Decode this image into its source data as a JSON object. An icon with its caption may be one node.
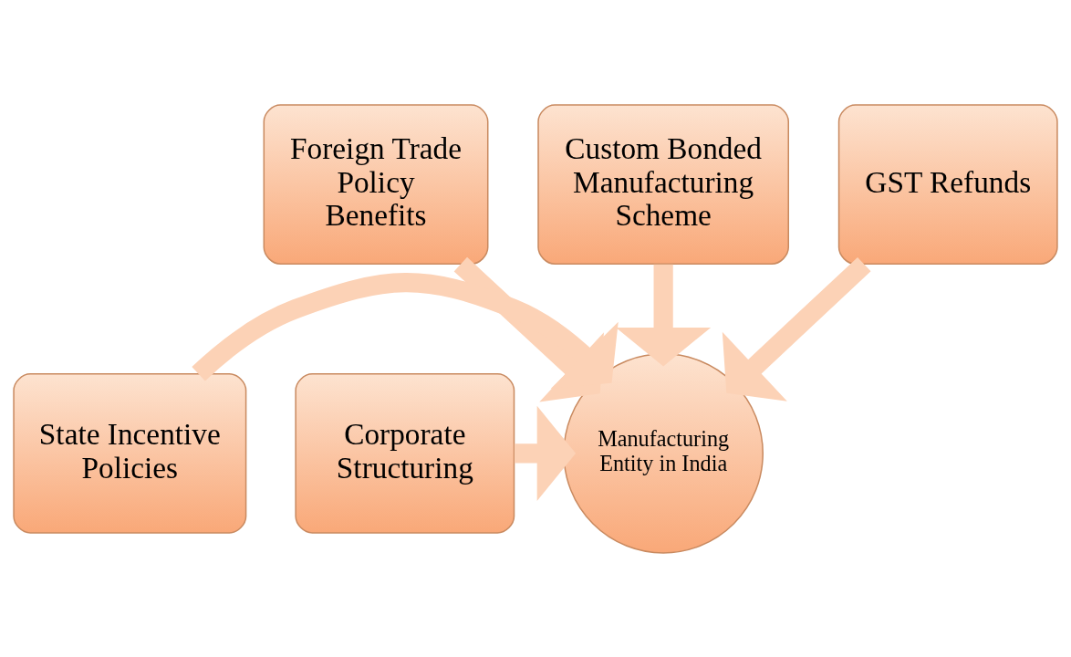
{
  "diagram": {
    "nodes": [
      {
        "text": [
          "Foreign Trade Policy Benefits"
        ]
      },
      {
        "text": [
          "Custom Bonded Manufacturing Scheme"
        ]
      },
      {
        "text": [
          "GST Refunds"
        ]
      },
      {
        "text": [
          "State Incentive Policies"
        ]
      },
      {
        "text": [
          "Manufacturing Entity in India"
        ]
      },
      {
        "text": [
          "Corporate Structuring"
        ]
      }
    ],
    "edges": [
      {
        "from": 0,
        "to": 4,
        "arrow": "to"
      },
      {
        "from": 1,
        "to": 4,
        "arrow": "to"
      },
      {
        "from": 2,
        "to": 4,
        "arrow": "to"
      },
      {
        "from": 3,
        "to": 4,
        "arrow": "to"
      },
      {
        "from": 5,
        "to": 4,
        "arrow": "to"
      }
    ]
  }
}
